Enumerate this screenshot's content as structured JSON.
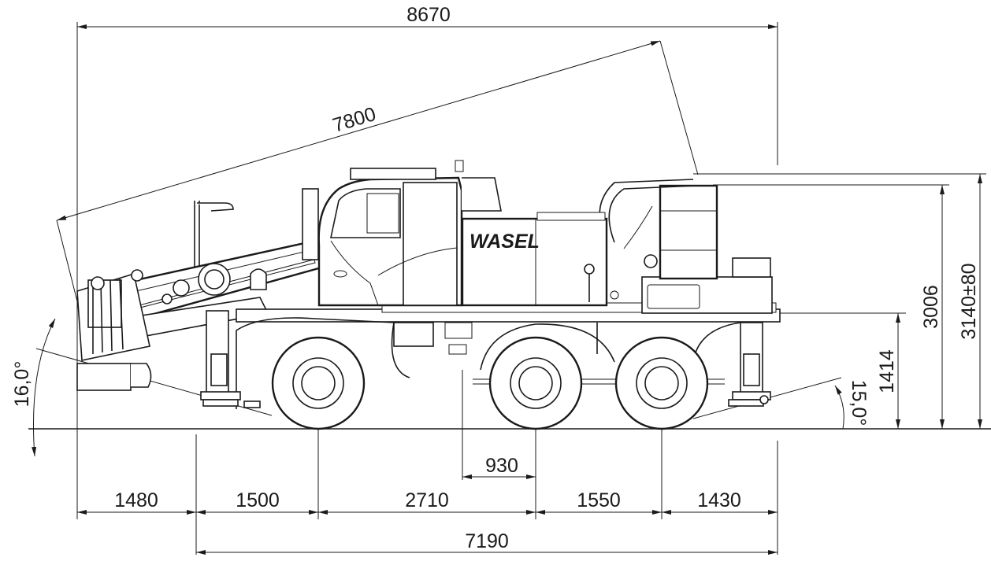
{
  "brand": "WASEL",
  "dimensions": {
    "overall_length": "8670",
    "boom_length": "7800",
    "height_cab": "3006",
    "height_total": "3140±80",
    "height_frame": "1414",
    "approach_angle": "16,0°",
    "departure_angle": "15,0°",
    "axle_offset": "930",
    "seg_front_overhang": "1480",
    "seg_front_axle": "1500",
    "seg_wheelbase": "2710",
    "seg_rear_axle": "1550",
    "seg_rear_overhang": "1430",
    "chassis_length": "7190"
  }
}
